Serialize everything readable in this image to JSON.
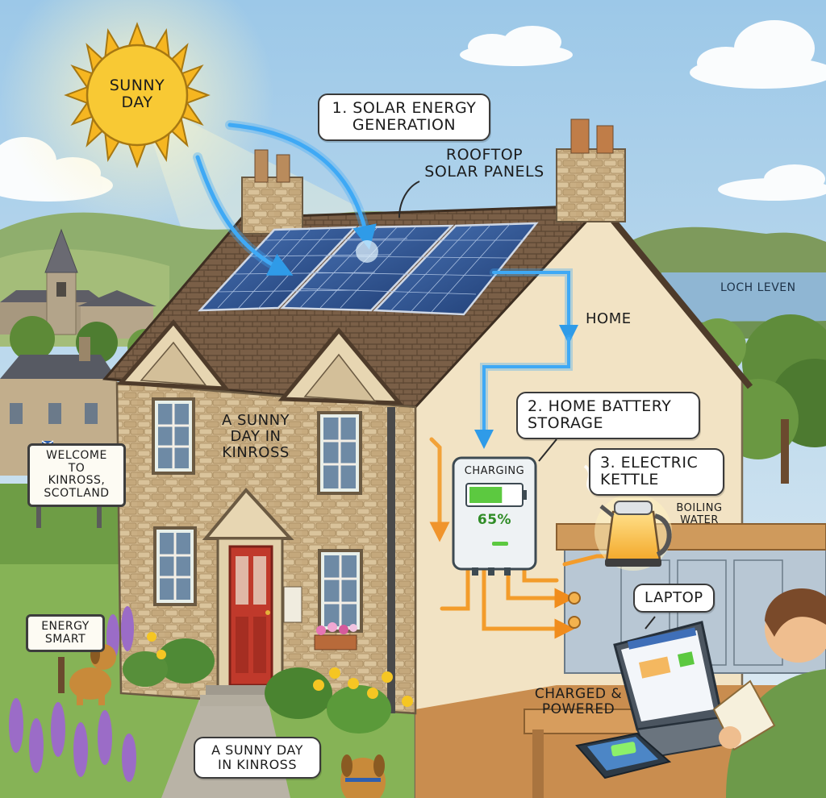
{
  "labels": {
    "sun": "SUNNY\nDAY",
    "solar_generation": "1. SOLAR ENERGY\nGENERATION",
    "rooftop_panels": "ROOFTOP\nSOLAR PANELS",
    "home": "HOME",
    "loch": "LOCH LEVEN",
    "battery_storage": "2. HOME BATTERY\nSTORAGE",
    "battery_status": "CHARGING",
    "battery_level": "65%",
    "kettle": "3. ELECTRIC\nKETTLE",
    "boiling": "BOILING\nWATER",
    "house_text": "A SUNNY\nDAY IN\nKINROSS",
    "welcome_sign": "WELCOME TO\nKINROSS,\nSCOTLAND",
    "energy_sign": "ENERGY\nSMART",
    "laptop": "LAPTOP",
    "charged": "CHARGED &\nPOWERED",
    "bottom_caption": "A SUNNY DAY\nIN KINROSS"
  },
  "battery": {
    "charge_fraction": 0.65
  },
  "colors": {
    "sky": "#cfe3f1",
    "sun": "#f7c531",
    "solar_flow": "#3fa9f5",
    "power_flow": "#f39c2b",
    "wall": "#f3e4c5",
    "stone": "#c9ae83",
    "roof": "#7b6148",
    "panel": "#2c4e8c",
    "door": "#c0392b",
    "battery_green": "#5cc940",
    "grass": "#7fae4d"
  }
}
